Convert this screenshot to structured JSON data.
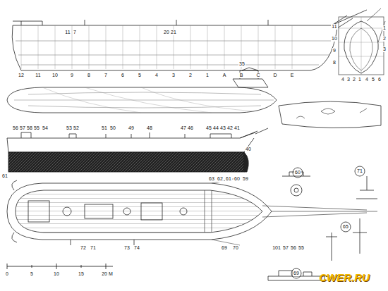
{
  "diagram": {
    "labels": [
      "11",
      "7",
      "20",
      "21",
      "12",
      "11",
      "10",
      "9",
      "8",
      "7",
      "6",
      "5",
      "4",
      "3",
      "2",
      "1",
      "A",
      "B",
      "C",
      "D",
      "E",
      "11",
      "10",
      "9",
      "8",
      "4",
      "5",
      "6",
      "1",
      "2",
      "3",
      "4",
      "3",
      "2",
      "1",
      "35",
      "56",
      "57",
      "58",
      "55",
      "54",
      "53",
      "52",
      "51",
      "50",
      "49",
      "48",
      "47",
      "46",
      "45",
      "44",
      "43",
      "42",
      "41",
      "40",
      "61",
      "63",
      "62",
      "61",
      "60",
      "59",
      "72",
      "71",
      "73",
      "74",
      "69",
      "70",
      "101",
      "57",
      "56",
      "55",
      "60",
      "71",
      "65",
      "69",
      "0",
      "5",
      "10",
      "15",
      "20 M",
      "CWER.RU"
    ]
  }
}
